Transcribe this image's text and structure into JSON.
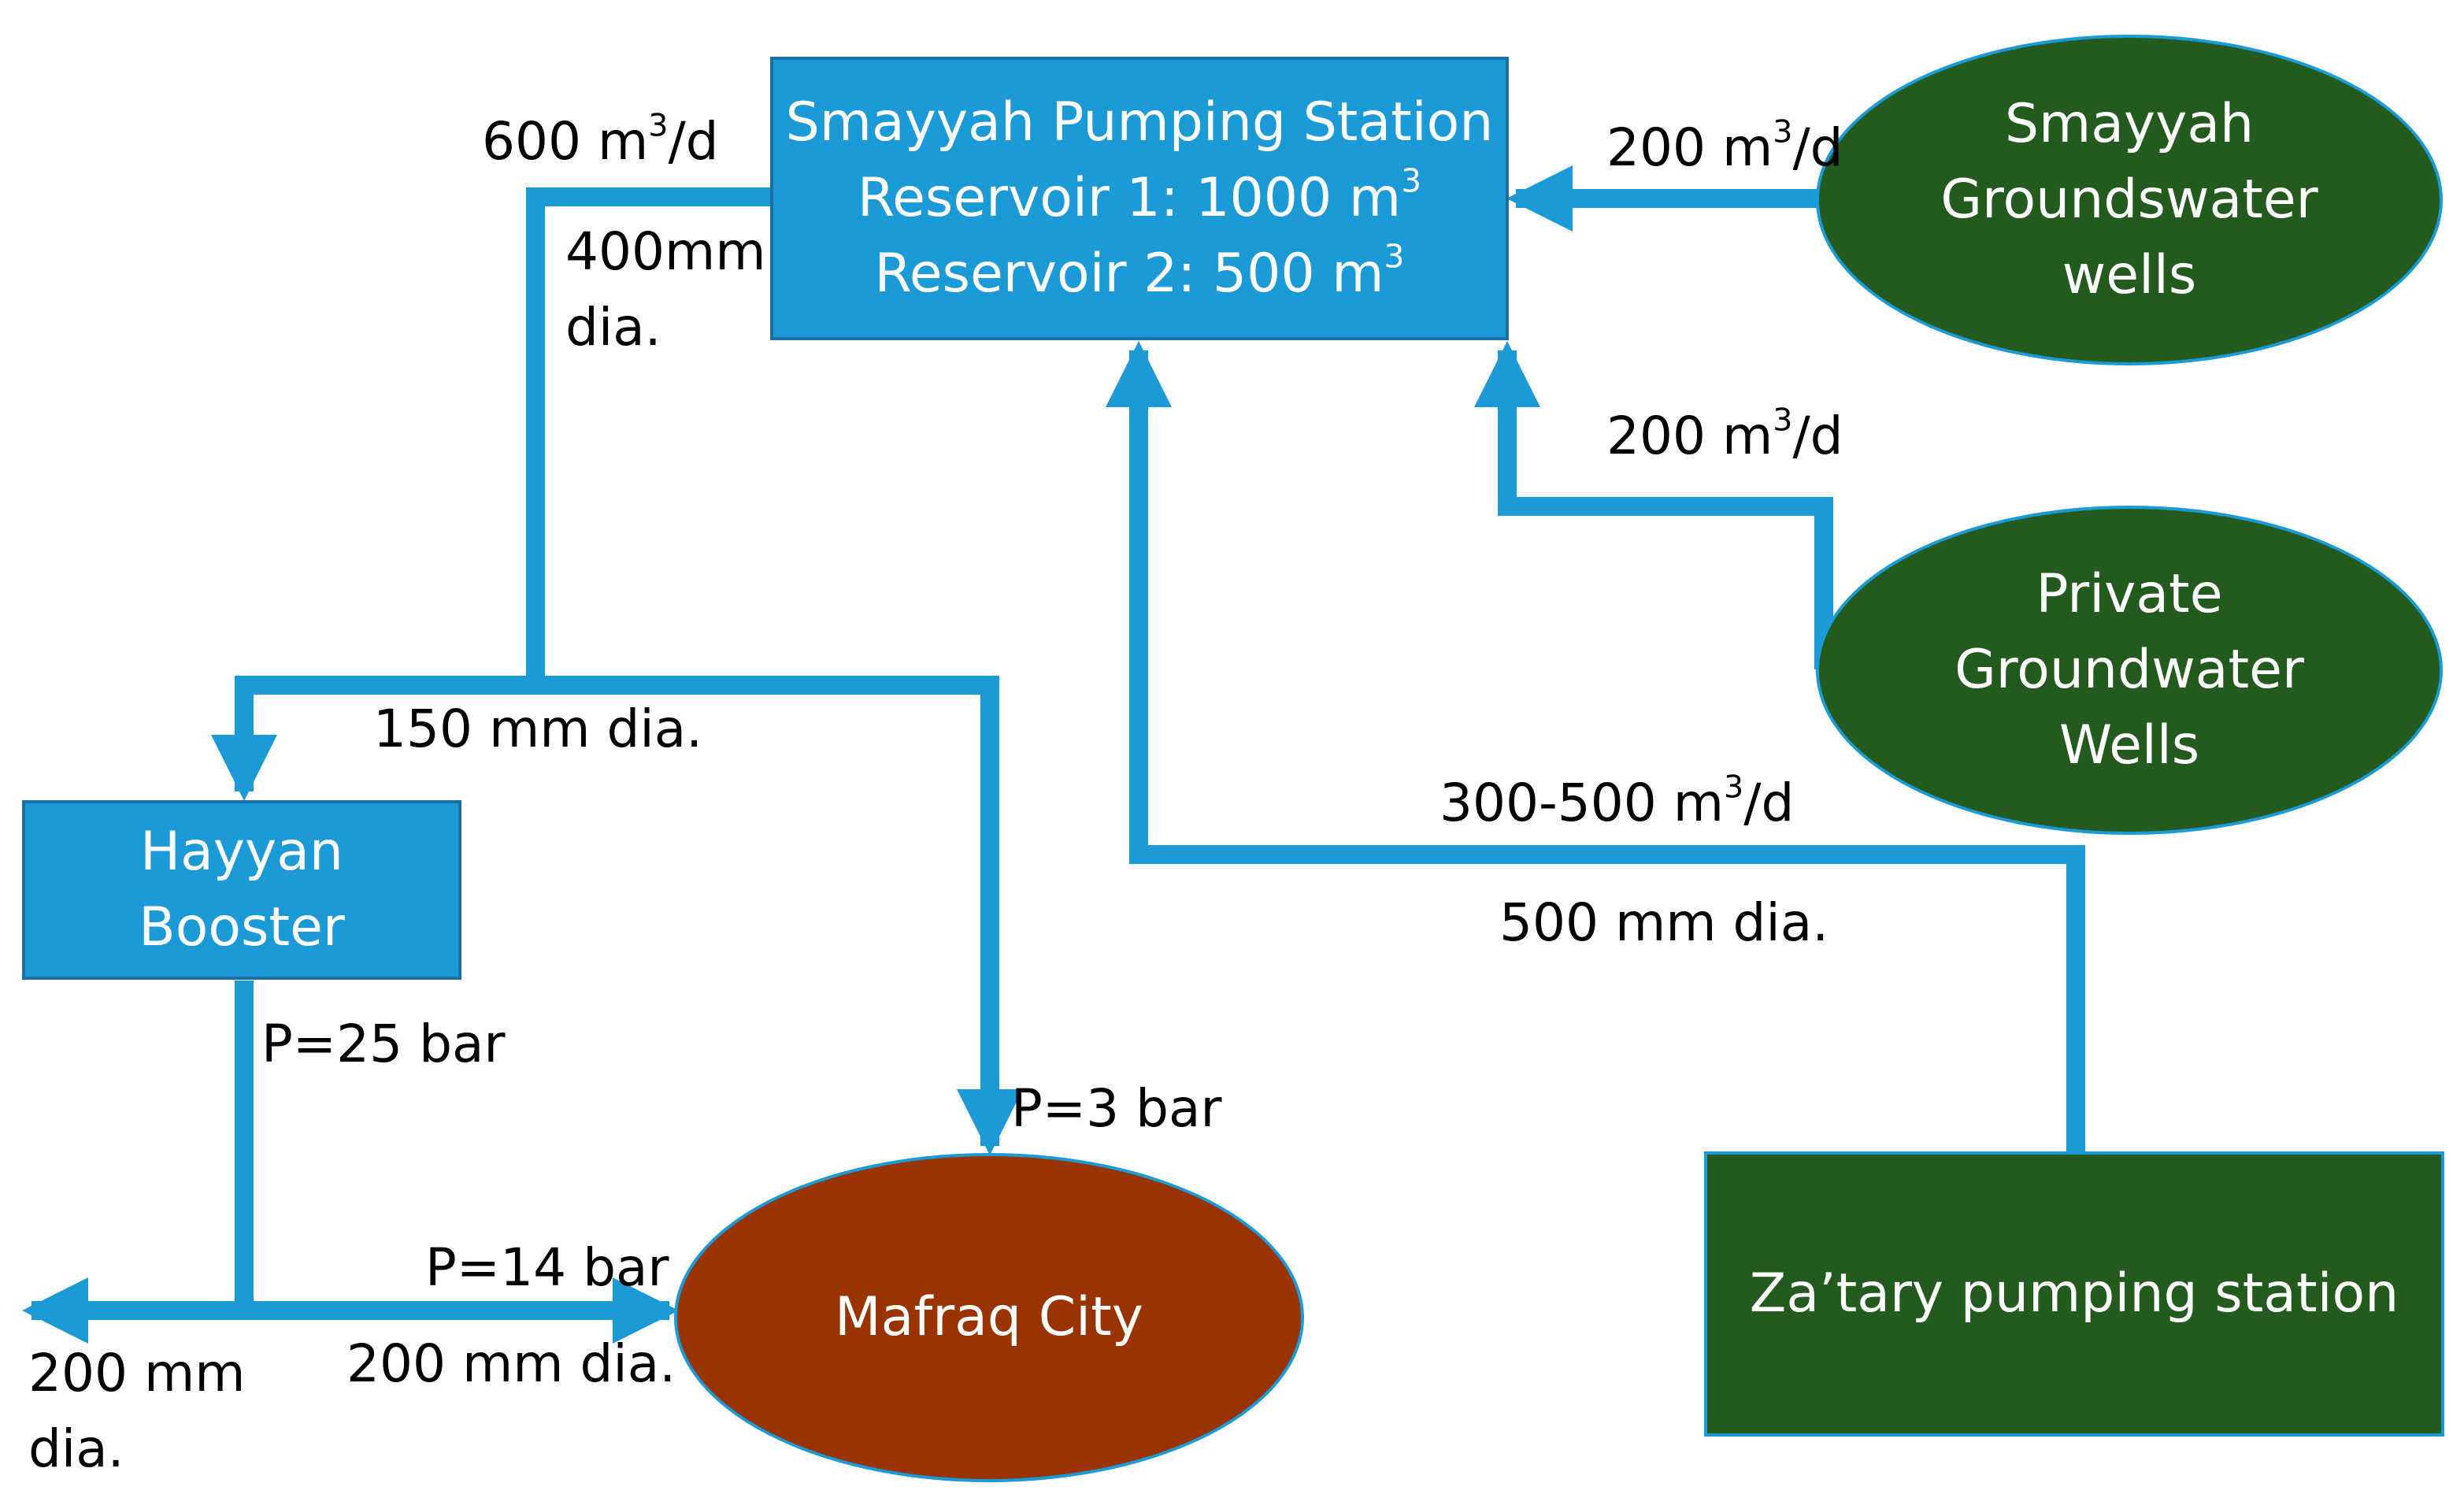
{
  "colors": {
    "pipe": "#1a9ad6",
    "station_fill": "#1a9ad6",
    "groundwater_fill": "#235b1e",
    "city_fill": "#993300",
    "text_on_shape": "#ffffff",
    "label_text": "#000000"
  },
  "nodes": {
    "smayyah_station": {
      "name": "Smayyah Pumping Station",
      "reservoir1_prefix": "Reservoir 1: 1000 m",
      "reservoir1_sup": "3",
      "reservoir2_prefix": "Reservoir 2: 500 m",
      "reservoir2_sup": "3"
    },
    "smayyah_wells": {
      "line1": "Smayyah",
      "line2": "Groundswater",
      "line3": "wells"
    },
    "private_wells": {
      "line1": "Private",
      "line2": "Groundwater",
      "line3": "Wells"
    },
    "hayyan_booster": {
      "line1": "Hayyan",
      "line2": "Booster"
    },
    "mafraq_city": {
      "name": "Mafraq City"
    },
    "zatary_station": {
      "name": "Za’tary pumping station"
    }
  },
  "labels": {
    "outflow_600": {
      "prefix": "600 m",
      "sup": "3",
      "suffix": "/d"
    },
    "dia_400_line1": "400mm",
    "dia_400_line2": "dia.",
    "smayyah_wells_flow": {
      "prefix": "200 m",
      "sup": "3",
      "suffix": "/d"
    },
    "private_wells_flow": {
      "prefix": "200 m",
      "sup": "3",
      "suffix": "/d"
    },
    "zatary_flow": {
      "prefix": "300-500 m",
      "sup": "3",
      "suffix": "/d"
    },
    "dia_500": "500 mm dia.",
    "dia_150": "150 mm dia.",
    "p_25": "P=25 bar",
    "p_3": "P=3 bar",
    "p_14": "P=14 bar",
    "dia_200_city": "200 mm dia.",
    "dia_200_left_line1": "200 mm",
    "dia_200_left_line2": "dia."
  }
}
